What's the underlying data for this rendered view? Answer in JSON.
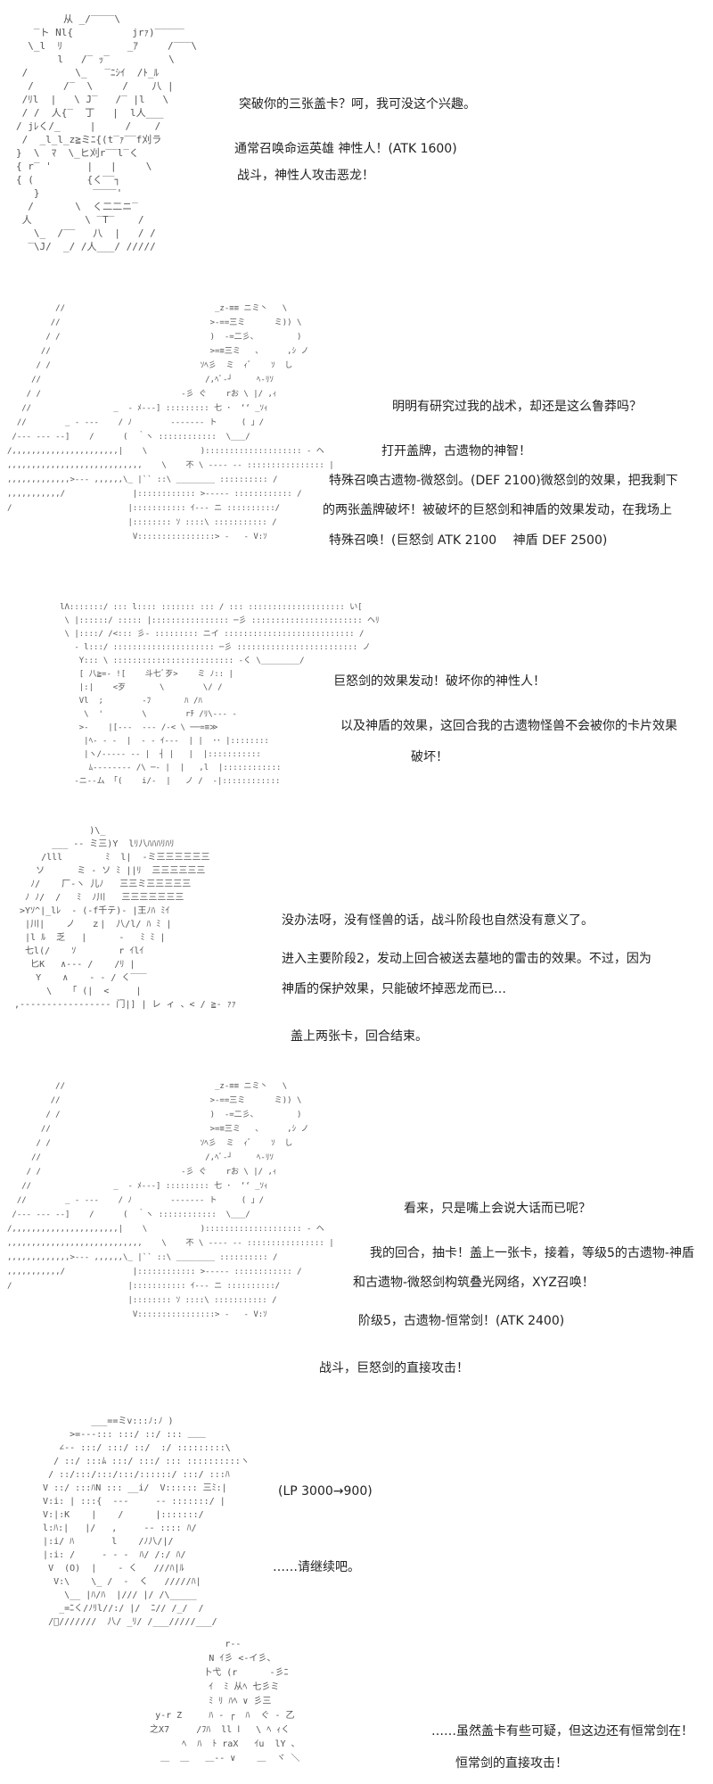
{
  "panels": [
    {
      "art": "        从 _/‾‾‾‾\\\n   ‾ト Nl{          jrｧ)‾‾‾‾‾\n  \\_l  ﾘ           _ｱ     /‾‾‾\\\n       l   /‾ ｯ‾          \\\n /        \\_   ‾ﾆｼｲ  /ﾄ_ﾙ\n  /     /‾  \\     /    八 |\n /ﾘl  |   \\ J‾   /‾ |l   \\\n / /  人{‾  丁   |  l人___\n/ jﾚく/_     |     /    /\n /  _l_l_z≧ミﾆ{(t‾ｧ‾‾f刈ラ\n}  \\  ﾏ  \\_ヒ刈r‾‾l‾く\n{ r‾ '      |   |     \\\n{ (         {く‾‾┐\n   }         ‾‾‾‾'\n  /       \\  く二二ニ‾\n 人         \\ ‾T‾    /\n   \\_  /‾‾   八  |   / /\n  ‾\\J/  _/ /人___/ /////",
      "lines": [
        "突破你的三张盖卡？呵，我可没这个兴趣。",
        "通常召唤命运英雄 神性人！(ATK 1600)",
        "战斗，神性人攻击恶龙！"
      ]
    },
    {
      "art": "          //                               _z‐≡≡ ニミ丶   \\\n         //                               >‐==三ミ      ミ)) \\\n        / /                               )  ‐=二彡、        )\n       //                                 >=≡三ミ   、     ,ｼ ノ\n      / /                               ｿﾍ彡  ミ  ｨﾞ    ｿ  し\n     //                                  /‚ﾍﾞ‐┘     ﾍ‐ﾘｿ\n    / /                             ‐彡 ぐ    rお \\ |/ ,ｨ\n   //                 _  ‐ ﾒ‐‐‐] ::::::::: 七 ･  ‘‘ _ｿｨ\n  //        _ ‐ ‐‐‐    / ﾉ        ‐‐‐‐‐‐‐ ト     ( 」/\n /‐‐‐ ‐‐‐ ‐‐]    /      (  ｀ヽ ::::::::::::  \\___/\n/,,,,,,,,,,,,,,,,,,,,,,|    \\           ):::::::::::::::::::: ‐ ヘ\n,,,,,,,,,,,,,,,,,,,,,,,,,,,,    \\    不 \\ ‐‐‐‐ ‐‐ :::::::::::::::: |\n,,,,,,,,,,,,,>‐‐‐ ,,,,,,\\_ |`` ::\\ ________ :::::::::: /\n,,,,,,,,,,,/              |:::::::::::: >‐‐‐‐‐ :::::::::::: /\n/                        |::::::::::: ｲ‐‐‐ ニ ::::::::::/\n                         |:::::::: ｿ ::::\\ ::::::::::: /\n                          V::::::::::::::::> ‐   ‐ V:ｿ",
      "lines": [
        "明明有研究过我的战术，却还是这么鲁莽吗？",
        "打开盖牌，古遗物的神智！",
        "特殊召唤古遗物-微怒剑。(DEF 2100)微怒剑的效果，把我剩下",
        "的两张盖牌破坏！被破坏的巨怒剑和神盾的效果发动，在我场上",
        "特殊召唤！(巨怒剑 ATK 2100　 神盾 DEF 2500)"
      ]
    },
    {
      "art": "     lΛ:::::::/ ::: l:::: ::::::: ::: / ::: :::::::::::::::::::: い[\n      \\ |::::::/ ::::: |:::::::::::::::: ─彡 ::::::::::::::::::::::: ヘﾘ\n      \\ |::::/ /<::: 彡‐ ::::::::: ニイ ::::::::::::::::::::::::::: /\n        ‐ l:::/ ::::::::::::::::::::: ─彡 ::::::::::::::::::::::::: ノ\n         Y::: \\ ::::::::::::::::::::::::: ‐く \\________/\n         [ 八≧=‐ ![    斗七ﾞ歹>    ミ ﾉ:: |\n         |:|    <歹       \\        \\/ /\n         Vl  ;        ‐ﾌ       ﾊ /ﾊ\n          \\  '        \\        rﾁ /ﾘ\\‐‐‐ ‐\n         >‐    |[‐‐‐  ‐‐‐ /‐< \\ ──=≡≫\n          |ﾍ‐ ‐ ‐  |  ‐ ‐ ｲ‐‐‐  | |  ･･ |::::::::\n          |ヽ/‐‐‐‐‐ ‐‐ |  ┤ |   |  |:::::::::::\n           ﾑ‐‐‐‐‐‐‐‐ /\\ ─‐ |  |   ,l  |::::::::::::\n        ‐ニ‐‐ム 「(    i/‐  |   ノ /  ‐|::::::::::::",
      "lines": [
        "巨怒剑的效果发动！破坏你的神性人！",
        "以及神盾的效果，这回合我的古遗物怪兽不会被你的卡片效果",
        "破坏！"
      ]
    },
    {
      "art": "               )\\_\n        ___ ‐‐ ミ三)Y  lﾘ八ﾊﾊﾊﾘﾊﾘ\n      /lll        ﾐ  l|  ‐ミ三三三三三三\n     ソ      ミ ‐ ソ ﾐ ||ﾘ  三三三三三三\n    ﾉ/    厂‐ヽ 儿ﾉ   三三ミ三三三三三\n   ﾉ ﾉ/  /   ﾐ  ﾉ川   三三三三三三三\n  >Yｿ^|_lﾚ  ‐ (‐f千テ)‐ |王ﾉﾊ ﾐｲ\n   |川|    ノ   ｚ|  八/l/ ﾊ ﾐ |\n   |l ﾙ  乏   |      ‐   ﾐ ﾐ |\n   七l(/    ｿ        r ｲlｲ\n    匕K   ∧‐‐‐ /    /ﾘ |\n     Y    ∧    ‐ ‐ / く‾‾‾\n       \\   「 (|  <     |\n ,‐‐‐‐‐‐‐‐‐‐‐‐‐‐‐‐‐ 门|] | レ ィ 、< / ≧‐ ｧｧ",
      "lines": [
        "没办法呀，没有怪兽的话，战斗阶段也自然没有意义了。",
        "进入主要阶段2，发动上回合被送去墓地的雷击的效果。不过，因为",
        "神盾的保护效果，只能破坏掉恶龙而已…",
        "盖上两张卡，回合结束。"
      ]
    },
    {
      "art": "          //                               _z‐≡≡ ニミ丶   \\\n         //                               >‐==三ミ      ミ)) \\\n        / /                               )  ‐=二彡、        )\n       //                                 >=≡三ミ   、     ,ｼ ノ\n      / /                               ｿﾍ彡  ミ  ｨﾞ    ｿ  し\n     //                                  /‚ﾍﾞ‐┘     ﾍ‐ﾘｿ\n    / /                             ‐彡 ぐ    rお \\ |/ ,ｨ\n   //                 _  ‐ ﾒ‐‐‐] ::::::::: 七 ･  ‘‘ _ｿｨ\n  //        _ ‐ ‐‐‐    / ﾉ        ‐‐‐‐‐‐‐ ト     ( 」/\n /‐‐‐ ‐‐‐ ‐‐]    /      (  ｀ヽ ::::::::::::  \\___/\n/,,,,,,,,,,,,,,,,,,,,,,|    \\           ):::::::::::::::::::: ‐ ヘ\n,,,,,,,,,,,,,,,,,,,,,,,,,,,,    \\    不 \\ ‐‐‐‐ ‐‐ :::::::::::::::: |\n,,,,,,,,,,,,,>‐‐‐ ,,,,,,\\_ |`` ::\\ ________ :::::::::: /\n,,,,,,,,,,,/              |:::::::::::: >‐‐‐‐‐ :::::::::::: /\n/                        |::::::::::: ｲ‐‐‐ ニ ::::::::::/\n                         |:::::::: ｿ ::::\\ ::::::::::: /\n                          V::::::::::::::::> ‐   ‐ V:ｿ",
      "lines": [
        "看来，只是嘴上会说大话而已呢？",
        "我的回合，抽卡！盖上一张卡，接着，等级5的古遗物-神盾",
        "和古遗物-微怒剑构筑叠光网络，XYZ召唤！",
        "阶级5，古遗物-恒常剑！(ATK 2400)",
        "战斗，巨怒剑的直接攻击！"
      ]
    },
    {
      "art": "            ___==ミv:::ﾉ:ﾉ )\n        >=‐‐‐::: :::/ ::/ ::: ＿＿\n      ∠‐‐ :::/ :::/ ::/  :/ :::::::::\\\n     / ::/ :::ﾑ :::/ :::/ ::: ::::::::::ヽ\n    / ::/:::/:::/:::/::::::/ :::/ :::ﾊ\n   V ::/ :::ﾊN ::: __i/  V:::::: 三ﾐ:|\n   V:i: | :::{  ‐‐‐     ‐‐ :::::::/ |\n   V:|:K    |    /      |:::::::/\n   l:ﾊ:|   |/   ,     ‐‐ :::: ﾊ/\n   |:i/ ﾊ       l    /ﾉ八/|/\n   |:i: /     ‐ ‐ ‐  ﾊ/ /:/ ﾊ/\n    V  (O)  |    ‐ く   ///ﾊ|ﾙ\n     V:\\    \\_ /  ‐  く   /////ﾊ|\n       \\__ |ﾊ/ﾊ  |/// |/ /\\_____\n      _=ﾆく/ﾉﾘl//:/ |/  ﾆ// /_/  /\n    /ﾞ///////  八/ _ﾘ/ /___/////___/",
      "lines": [
        "(LP 3000→900)",
        "……请继续吧。"
      ]
    },
    {
      "art": "                 r‐‐\n              N ｲ彡 <‐イ彡、\n             卜弋 (r      ‐彡ﾆ\n              ｲ  ﾐ 从ﾍ 七彡ミ\n              ﾐ ﾘ ﾊﾍ ∨ 彡三\n    y‐r Z     ﾊ ‐ ┌  ﾊ  ぐ ‐ 乙\n   之X7     /ﾌﾊ  ll ⅼ   \\ ﾍ ｨく\n         ﾍ  ﾊ  ﾄ rаX   ｲu  lY 、\n     ＿  ＿   ＿‐‐ ∨    ＿  ヾ ＼",
      "lines": [
        "……虽然盖卡有些可疑，但这边还有恒常剑在！",
        "恒常剑的直接攻击！"
      ]
    }
  ]
}
